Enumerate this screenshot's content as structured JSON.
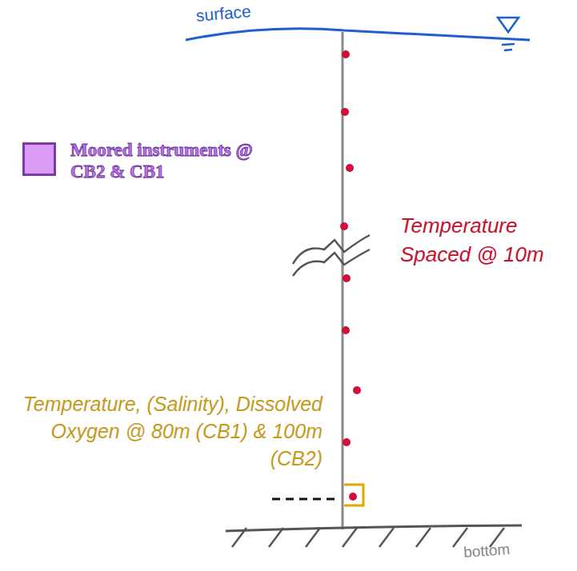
{
  "diagram": {
    "labels": [
      "surface",
      "Temperature Spaced @ 10m",
      "Temperature, (Salinity), Dissolved Oxygen @ 80m (CB1) & 100m (CB2)",
      "bottom"
    ],
    "legend": [
      {
        "text": "Moored instruments @ CB2 & CB1",
        "color": "#dc9cf6"
      }
    ]
  }
}
